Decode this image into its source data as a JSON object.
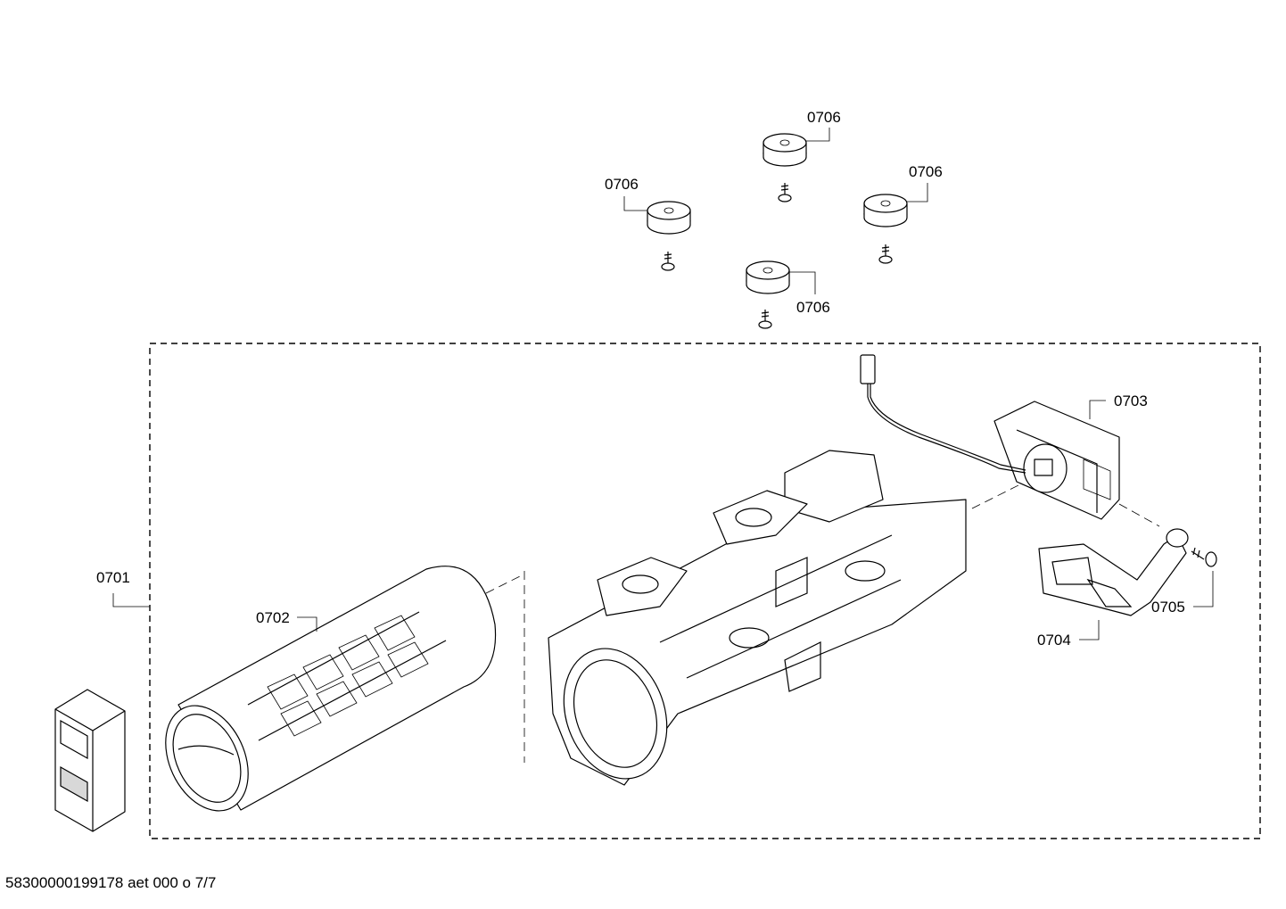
{
  "labels": {
    "p0701": "0701",
    "p0702": "0702",
    "p0703": "0703",
    "p0704": "0704",
    "p0705": "0705",
    "p0706_a": "0706",
    "p0706_b": "0706",
    "p0706_c": "0706",
    "p0706_d": "0706"
  },
  "footer": "58300000199178 aet 000 o 7/7"
}
